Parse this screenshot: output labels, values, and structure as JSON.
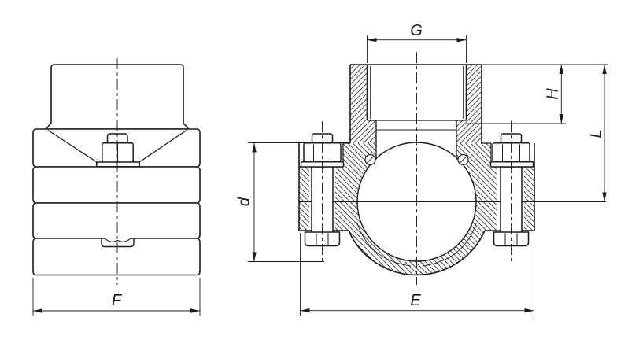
{
  "drawing": {
    "background_color": "#ffffff",
    "line_color": "#1b1b1b",
    "dimension_labels": {
      "g": "G",
      "h": "H",
      "l": "L",
      "d": "d",
      "e": "E",
      "f": "F"
    }
  }
}
